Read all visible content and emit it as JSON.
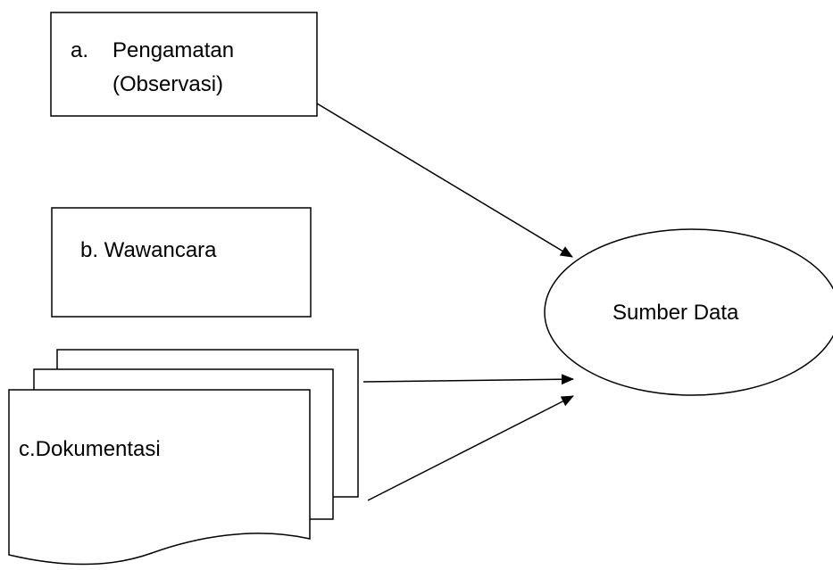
{
  "nodes": {
    "observation": {
      "marker": "a.",
      "line1": "Pengamatan",
      "line2": "(Observasi)"
    },
    "interview": {
      "label": "b. Wawancara"
    },
    "documentation": {
      "label": "c.Dokumentasi"
    },
    "target": {
      "label": "Sumber Data"
    }
  },
  "colors": {
    "stroke": "#000000",
    "fill": "#ffffff",
    "text": "#000000"
  }
}
